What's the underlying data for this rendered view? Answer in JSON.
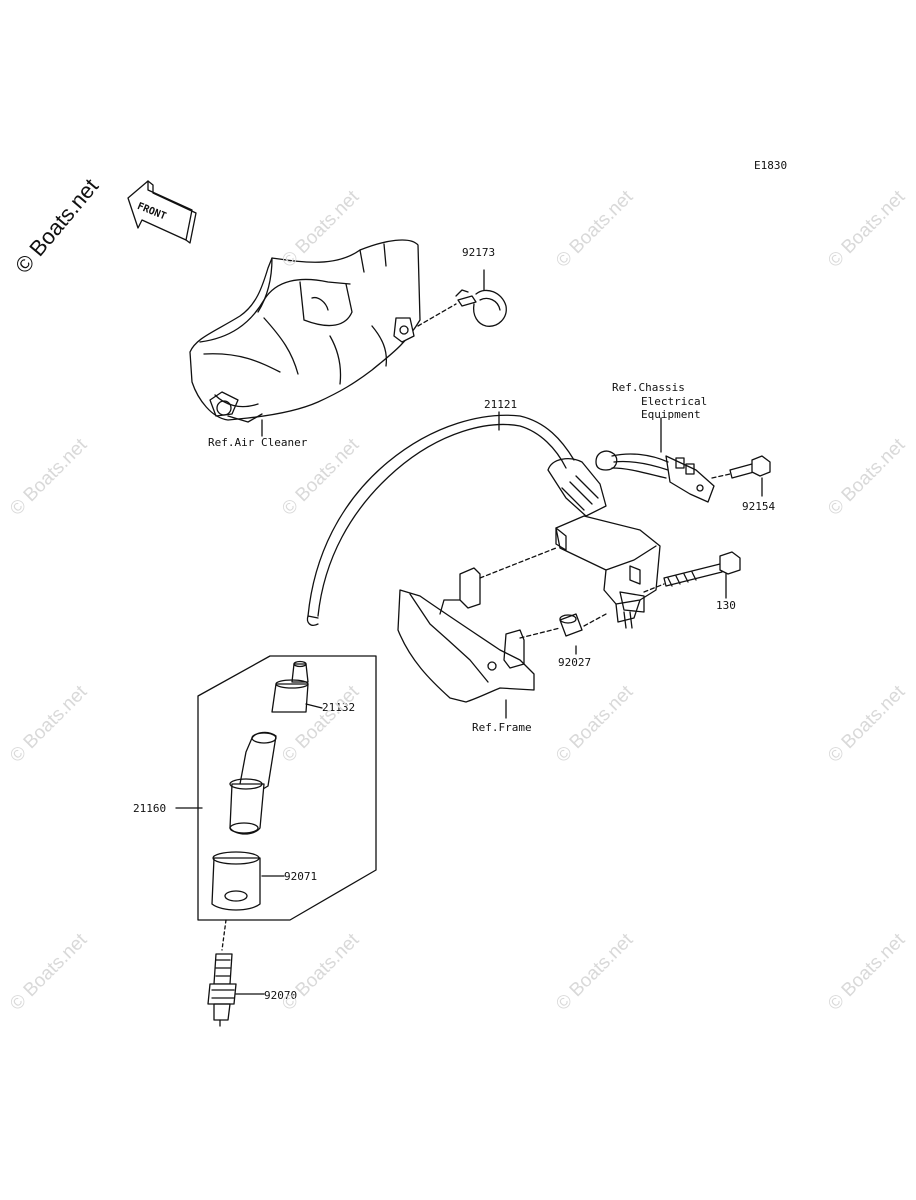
{
  "diagram": {
    "code": "E1830",
    "front_label": "FRONT",
    "watermark_main": "© Boats.net",
    "watermark_tile": "© Boats.net",
    "parts": [
      {
        "id": "p-92173",
        "number": "92173"
      },
      {
        "id": "p-21121",
        "number": "21121"
      },
      {
        "id": "p-92154",
        "number": "92154"
      },
      {
        "id": "p-130",
        "number": "130"
      },
      {
        "id": "p-92027",
        "number": "92027"
      },
      {
        "id": "p-21132",
        "number": "21132"
      },
      {
        "id": "p-21160",
        "number": "21160"
      },
      {
        "id": "p-92071",
        "number": "92071"
      },
      {
        "id": "p-92070",
        "number": "92070"
      }
    ],
    "references": {
      "air_cleaner": "Ref.Air Cleaner",
      "chassis_line1": "Ref.Chassis",
      "chassis_line2": "Electrical",
      "chassis_line3": "Equipment",
      "frame": "Ref.Frame"
    }
  }
}
